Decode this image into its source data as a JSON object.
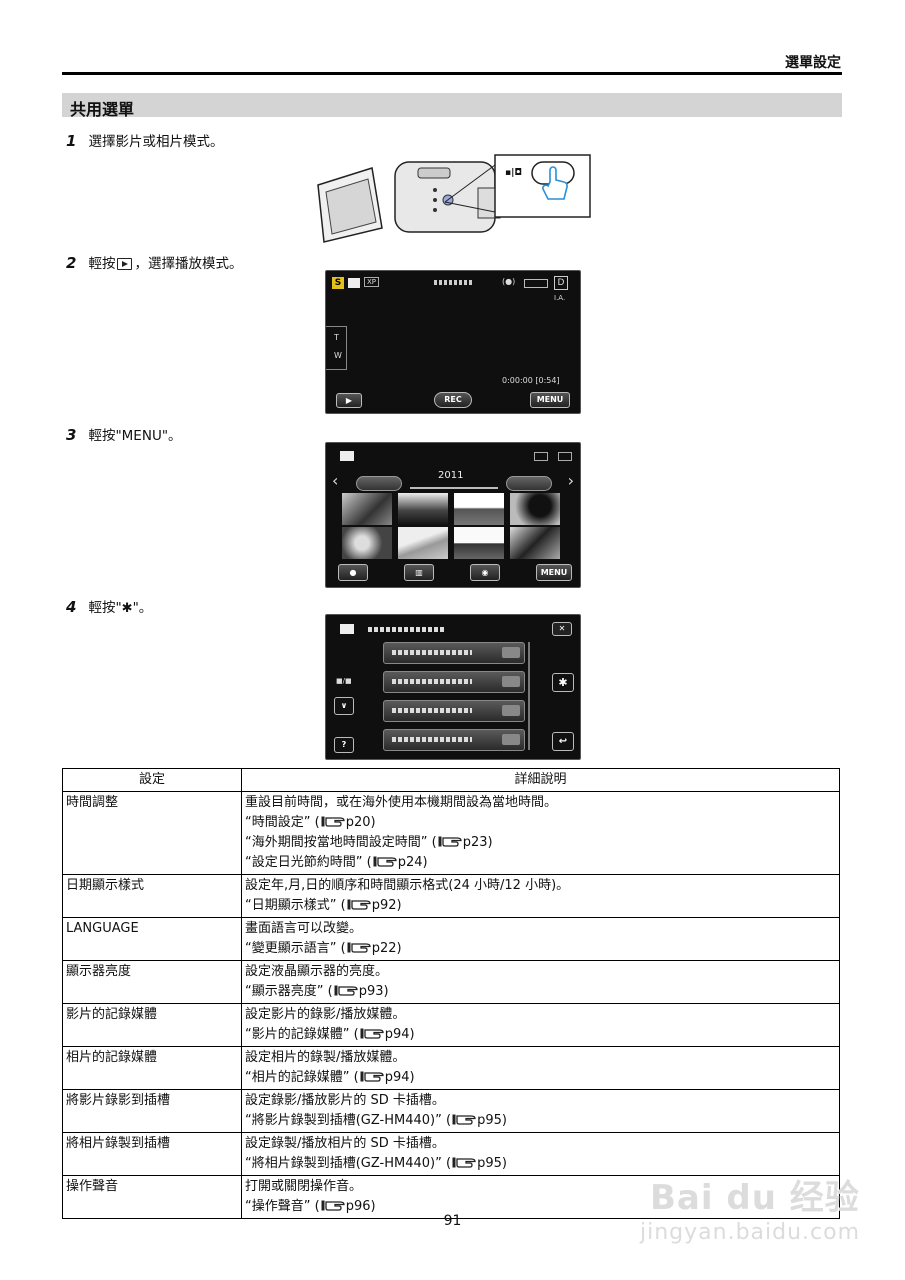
{
  "header": {
    "section": "選單設定"
  },
  "title": "共用選單",
  "steps": [
    {
      "num": "1",
      "text": "選擇影片或相片模式。"
    },
    {
      "num": "2",
      "text_before": "輕按",
      "text_after": "，選擇播放模式。"
    },
    {
      "num": "3",
      "text": "輕按\"MENU\"。"
    },
    {
      "num": "4",
      "text_before": "輕按\"",
      "text_after": "\"。"
    }
  ],
  "screens": {
    "rec": {
      "mode": "XP",
      "time": "0:00:00 [0:54]",
      "ia": "I.A.",
      "t": "T",
      "w": "W",
      "rec_button": "REC",
      "menu_button": "MENU",
      "card": "D"
    },
    "playback": {
      "year": "2011",
      "menu_button": "MENU"
    },
    "menu": {
      "ratio": "■/■"
    }
  },
  "table": {
    "headers": [
      "設定",
      "詳細說明"
    ],
    "rows": [
      {
        "setting": "時間調整",
        "lines": [
          {
            "text": "重設目前時間，或在海外使用本機期間設為當地時間。"
          },
          {
            "text": "“時間設定” (",
            "page": "p20",
            "close": ")"
          },
          {
            "text": "“海外期間按當地時間設定時間” (",
            "page": "p23",
            "close": ")"
          },
          {
            "text": "“設定日光節約時間” (",
            "page": "p24",
            "close": ")"
          }
        ]
      },
      {
        "setting": "日期顯示樣式",
        "lines": [
          {
            "text": "設定年,月,日的順序和時間顯示格式(24 小時/12 小時)。"
          },
          {
            "text": "“日期顯示樣式” (",
            "page": "p92",
            "close": ")"
          }
        ]
      },
      {
        "setting": "LANGUAGE",
        "lines": [
          {
            "text": "畫面語言可以改變。"
          },
          {
            "text": "“變更顯示語言” (",
            "page": "p22",
            "close": ")"
          }
        ]
      },
      {
        "setting": "顯示器亮度",
        "lines": [
          {
            "text": "設定液晶顯示器的亮度。"
          },
          {
            "text": "“顯示器亮度” (",
            "page": "p93",
            "close": ")"
          }
        ]
      },
      {
        "setting": "影片的記錄媒體",
        "lines": [
          {
            "text": "設定影片的錄影/播放媒體。"
          },
          {
            "text": "“影片的記錄媒體” (",
            "page": "p94",
            "close": ")"
          }
        ]
      },
      {
        "setting": "相片的記錄媒體",
        "lines": [
          {
            "text": "設定相片的錄製/播放媒體。"
          },
          {
            "text": "“相片的記錄媒體” (",
            "page": "p94",
            "close": ")"
          }
        ]
      },
      {
        "setting": "將影片錄影到插槽",
        "lines": [
          {
            "text": "設定錄影/播放影片的 SD 卡插槽。"
          },
          {
            "text": "“將影片錄製到插槽(GZ-HM440)” (",
            "page": "p95",
            "close": ")"
          }
        ]
      },
      {
        "setting": "將相片錄製到插槽",
        "lines": [
          {
            "text": "設定錄製/播放相片的 SD 卡插槽。"
          },
          {
            "text": "“將相片錄製到插槽(GZ-HM440)” (",
            "page": "p95",
            "close": ")"
          }
        ]
      },
      {
        "setting": "操作聲音",
        "lines": [
          {
            "text": "打開或關閉操作音。"
          },
          {
            "text": "“操作聲音” (",
            "page": "p96",
            "close": ")"
          }
        ]
      }
    ]
  },
  "page_number": "91",
  "watermark": {
    "line1": "Bai du 经验",
    "line2": "jingyan.baidu.com"
  }
}
